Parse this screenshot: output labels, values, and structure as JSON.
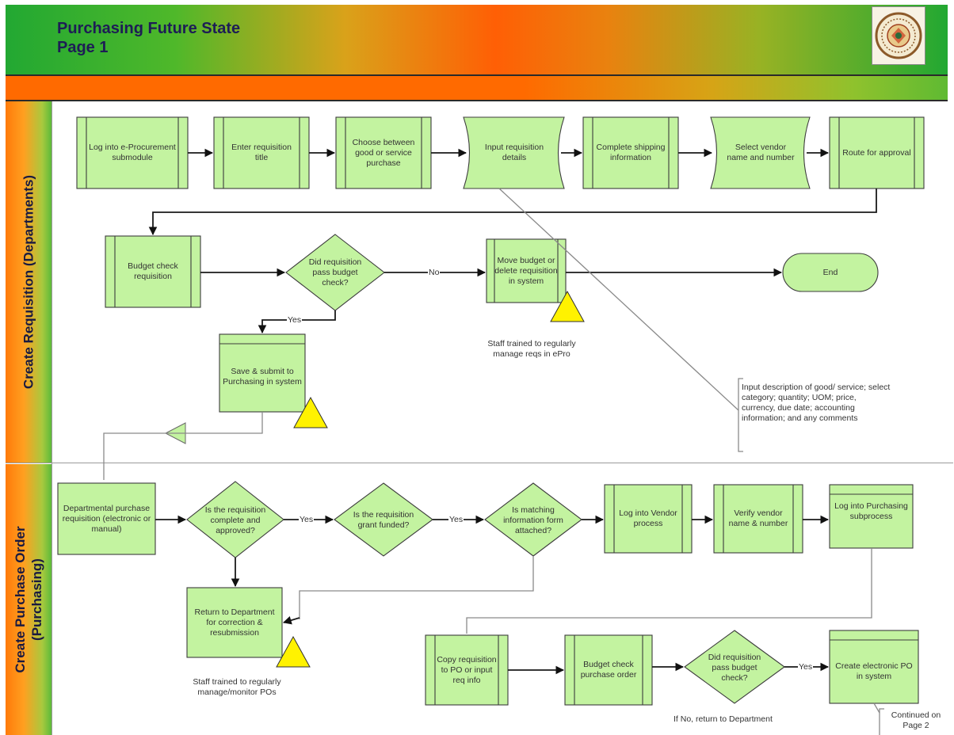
{
  "header": {
    "title_line1": "Purchasing Future State",
    "title_line2": "Page 1"
  },
  "lanes": {
    "requisition": "Create Requisition (Departments)",
    "purchase_order_line1": "Create Purchase Order",
    "purchase_order_line2": "(Purchasing)"
  },
  "nodes": {
    "n1": "Log into e-Procurement submodule",
    "n2": "Enter requisition title",
    "n3": "Choose between good or service purchase",
    "n4": "Input requisition details",
    "n5": "Complete shipping information",
    "n6": "Select vendor name and number",
    "n7": "Route for approval",
    "n8": "Budget check requisition",
    "d1": "Did requisition pass budget check?",
    "n9": "Move budget or delete requisition in system",
    "end": "End",
    "n10": "Save & submit to Purchasing in system",
    "n11": "Departmental purchase requisition (electronic or manual)",
    "d2": "Is the requisition complete and approved?",
    "d3": "Is the requisition grant funded?",
    "d4": "Is matching information form attached?",
    "n12": "Log into Vendor process",
    "n13": "Verify vendor name & number",
    "n14": "Log into Purchasing subprocess",
    "n15": "Return to Department for correction & resubmission",
    "n16": "Copy requisition to PO or input req info",
    "n17": "Budget check purchase order",
    "d5": "Did requisition pass budget check?",
    "n18": "Create electronic PO in system"
  },
  "edge_labels": {
    "no": "No",
    "yes1": "Yes",
    "yes2": "Yes",
    "yes3": "Yes",
    "yes4": "Yes"
  },
  "notes": {
    "staff1": "Staff trained to regularly manage reqs in ePro",
    "details": "Input description of good/ service; select category; quantity; UOM; price, currency, due date; accounting information; and any comments",
    "staff2": "Staff trained to regularly manage/monitor POs",
    "ifno": "If No, return to Department",
    "continued": "Continued on Page 2"
  }
}
